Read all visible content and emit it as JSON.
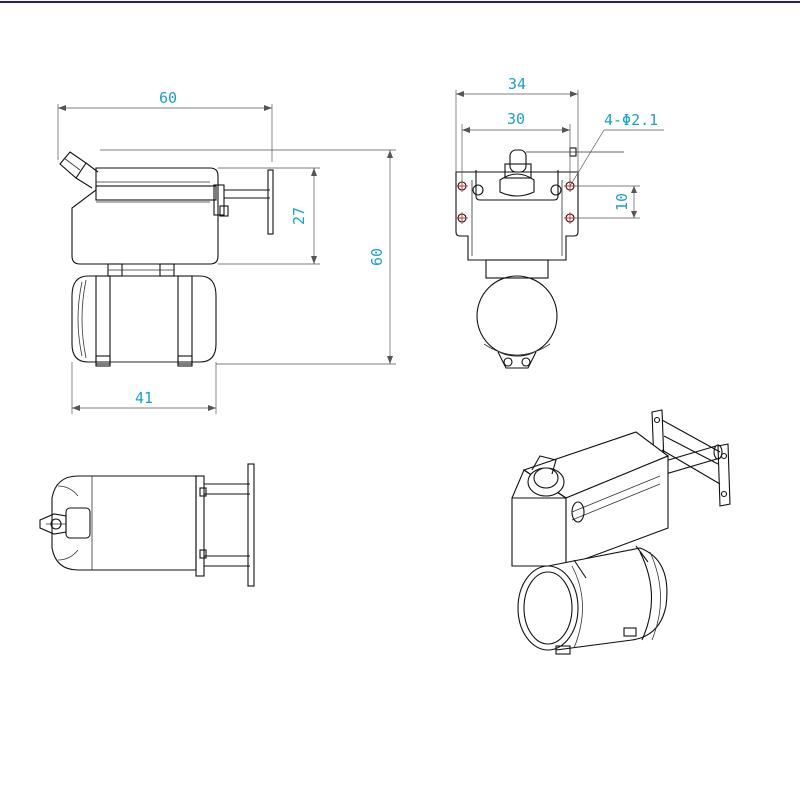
{
  "drawing": {
    "header_color": "#1a1a9a",
    "dimension_color": "#1aa3c8",
    "center_mark_color": "#d03030"
  },
  "front_view": {
    "dim_width_top": "60",
    "dim_tank_height": "27",
    "dim_total_height": "60",
    "dim_width_bottom": "41"
  },
  "side_view": {
    "dim_outer_width": "34",
    "dim_hole_spacing": "30",
    "dim_hole_callout": "4-Φ2.1",
    "dim_vertical_spacing": "10"
  }
}
